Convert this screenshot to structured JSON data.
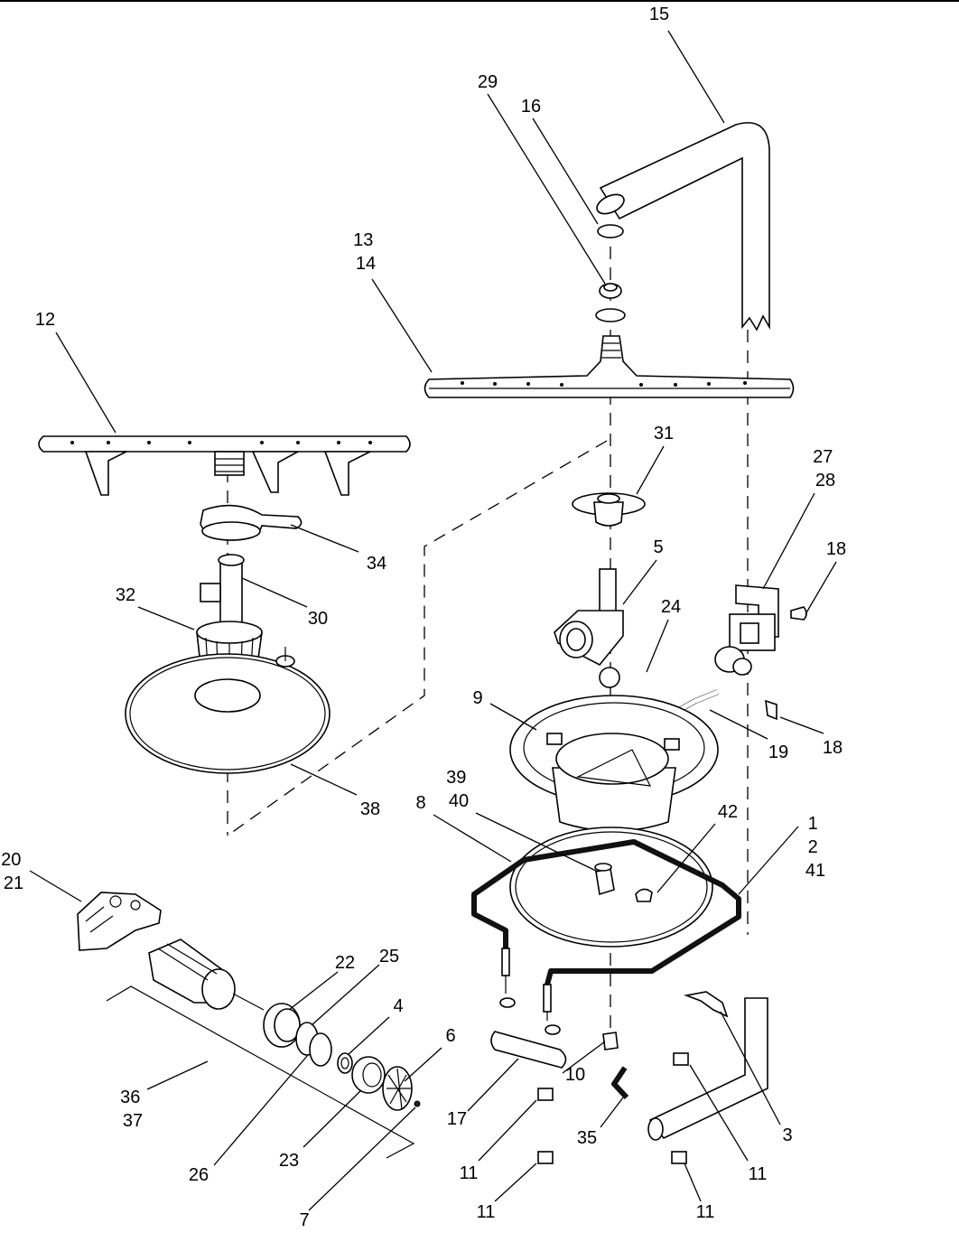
{
  "diagram": {
    "callouts": [
      {
        "id": "c15",
        "lines": [
          "15"
        ]
      },
      {
        "id": "c29",
        "lines": [
          "29"
        ]
      },
      {
        "id": "c16",
        "lines": [
          "16"
        ]
      },
      {
        "id": "c13",
        "lines": [
          "13",
          "14"
        ]
      },
      {
        "id": "c12",
        "lines": [
          "12"
        ]
      },
      {
        "id": "c31",
        "lines": [
          "31"
        ]
      },
      {
        "id": "c27",
        "lines": [
          "27",
          "28"
        ]
      },
      {
        "id": "c18a",
        "lines": [
          "18"
        ]
      },
      {
        "id": "c5",
        "lines": [
          "5"
        ]
      },
      {
        "id": "c24",
        "lines": [
          "24"
        ]
      },
      {
        "id": "c34",
        "lines": [
          "34"
        ]
      },
      {
        "id": "c30",
        "lines": [
          "30"
        ]
      },
      {
        "id": "c32",
        "lines": [
          "32"
        ]
      },
      {
        "id": "c19",
        "lines": [
          "19"
        ]
      },
      {
        "id": "c18b",
        "lines": [
          "18"
        ]
      },
      {
        "id": "c9",
        "lines": [
          "9"
        ]
      },
      {
        "id": "c39",
        "lines": [
          "39",
          "40"
        ]
      },
      {
        "id": "c38",
        "lines": [
          "38"
        ]
      },
      {
        "id": "c8",
        "lines": [
          "8"
        ]
      },
      {
        "id": "c42",
        "lines": [
          "42"
        ]
      },
      {
        "id": "c1",
        "lines": [
          "1",
          "2",
          "41"
        ]
      },
      {
        "id": "c20",
        "lines": [
          "20",
          "21"
        ]
      },
      {
        "id": "c22",
        "lines": [
          "22"
        ]
      },
      {
        "id": "c25",
        "lines": [
          "25"
        ]
      },
      {
        "id": "c4",
        "lines": [
          "4"
        ]
      },
      {
        "id": "c6",
        "lines": [
          "6"
        ]
      },
      {
        "id": "c10",
        "lines": [
          "10"
        ]
      },
      {
        "id": "c36",
        "lines": [
          "36",
          "37"
        ]
      },
      {
        "id": "c17",
        "lines": [
          "17"
        ]
      },
      {
        "id": "c3",
        "lines": [
          "3"
        ]
      },
      {
        "id": "c35",
        "lines": [
          "35"
        ]
      },
      {
        "id": "c26",
        "lines": [
          "26"
        ]
      },
      {
        "id": "c23",
        "lines": [
          "23"
        ]
      },
      {
        "id": "c11a",
        "lines": [
          "11"
        ]
      },
      {
        "id": "c11b",
        "lines": [
          "11"
        ]
      },
      {
        "id": "c11c",
        "lines": [
          "11"
        ]
      },
      {
        "id": "c11d",
        "lines": [
          "11"
        ]
      },
      {
        "id": "c7",
        "lines": [
          "7"
        ]
      }
    ]
  }
}
